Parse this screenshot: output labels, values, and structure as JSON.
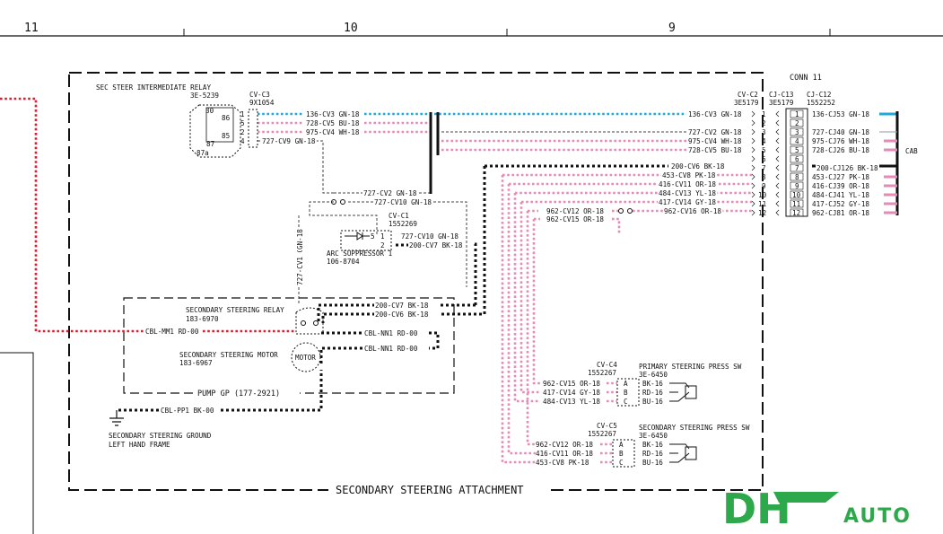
{
  "zones": [
    "11",
    "10",
    "9"
  ],
  "colors": {
    "blue": "#20a8d8",
    "pink": "#e68ab8",
    "red": "#d81e32",
    "black": "#111111",
    "logo_green": "#2da84a"
  },
  "title": "SECONDARY STEERING ATTACHMENT",
  "conn": {
    "title": "CONN 11",
    "cab": "CAB"
  },
  "headers": {
    "cvc3": [
      "CV-C3",
      "9X1054"
    ],
    "cvc2": [
      "CV-C2",
      "3E5179"
    ],
    "cjc13": [
      "CJ-C13",
      "3E5179"
    ],
    "cjc12": [
      "CJ-C12",
      "1552252"
    ],
    "cvc1": [
      "CV-C1",
      "1552269"
    ],
    "cvc4": [
      "CV-C4",
      "1552267"
    ],
    "cvc5": [
      "CV-C5",
      "1552267"
    ]
  },
  "components": {
    "relay": [
      "SEC STEER INTERMEDIATE RELAY",
      "3E-5239"
    ],
    "suppressor": [
      "ARC SUPPRESSOR 1",
      "106-8704"
    ],
    "steer_relay": [
      "SECONDARY STEERING RELAY",
      "183-6970"
    ],
    "motor": [
      "SECONDARY STEERING MOTOR",
      "183-6967"
    ],
    "motor_label": "MOTOR",
    "pump": "PUMP GP (177-2921)",
    "ground": [
      "SECONDARY STEERING GROUND",
      "LEFT HAND FRAME"
    ],
    "psw1": [
      "PRIMARY STEERING PRESS SW",
      "3E-6450"
    ],
    "psw2": [
      "SECONDARY STEERING PRESS SW",
      "3E-6450"
    ]
  },
  "relay_terms": [
    "30",
    "86",
    "85",
    "87",
    "87a"
  ],
  "relay_pins": [
    "1",
    "5",
    "2",
    "4"
  ],
  "conn_pins": [
    "1",
    "2",
    "3",
    "4",
    "5",
    "6",
    "7",
    "8",
    "9",
    "10",
    "11",
    "12"
  ],
  "wires": {
    "w136": "136-CV3 GN-18",
    "w728": "728-CV5 BU-18",
    "w975": "975-CV4 WH-18",
    "w727_9": "727-CV9 GN-18",
    "w727_2": "727-CV2 GN-18",
    "w727_10": "727-CV10 GN-18",
    "w727_10s": "727-CV10 GN-18",
    "w200_7": "200-CV7 BK-18",
    "w200_6": "200-CV6 BK-18",
    "w453": "453-CV8 PK-18",
    "w416": "416-CV11 OR-18",
    "w484": "484-CV13 YL-18",
    "w417": "417-CV14 GY-18",
    "w962_16": "962-CV16 OR-18",
    "w962_12": "962-CV12 OR-18",
    "w962_15": "962-CV15 OR-18",
    "w727_1": "727-CV1 GN-18",
    "cbl_mm1": "CBL-MM1 RD-00",
    "cbl_nn1": "CBL-NN1 RD-00",
    "cbl_pp1": "CBL-PP1 BK-00",
    "w728_2": "728-CV5 BU-18",
    "w975_2": "975-CV4 WH-18"
  },
  "right_wires": [
    "136-CJ53 GN-18",
    "727-CJ40 GN-18",
    "975-CJ76 WH-18",
    "728-CJ26 BU-18",
    "200-CJ126 BK-18",
    "453-CJ27 PK-18",
    "416-CJ39 OR-18",
    "484-CJ41 YL-18",
    "417-CJ52 GY-18",
    "962-CJ81 OR-18"
  ],
  "sw_pins": [
    "A",
    "B",
    "C"
  ],
  "sw_wires": [
    "BK-16",
    "RD-16",
    "BU-16"
  ],
  "sw1_in": [
    "962-CV15 OR-18",
    "417-CV14 GY-18",
    "484-CV13 YL-18"
  ],
  "sw2_in": [
    "962-CV12 OR-18",
    "416-CV11 OR-18",
    "453-CV8 PK-18"
  ],
  "c1_pins": [
    "5",
    "1",
    "2"
  ],
  "logo": {
    "main": "DH",
    "sub": "AUTO"
  }
}
